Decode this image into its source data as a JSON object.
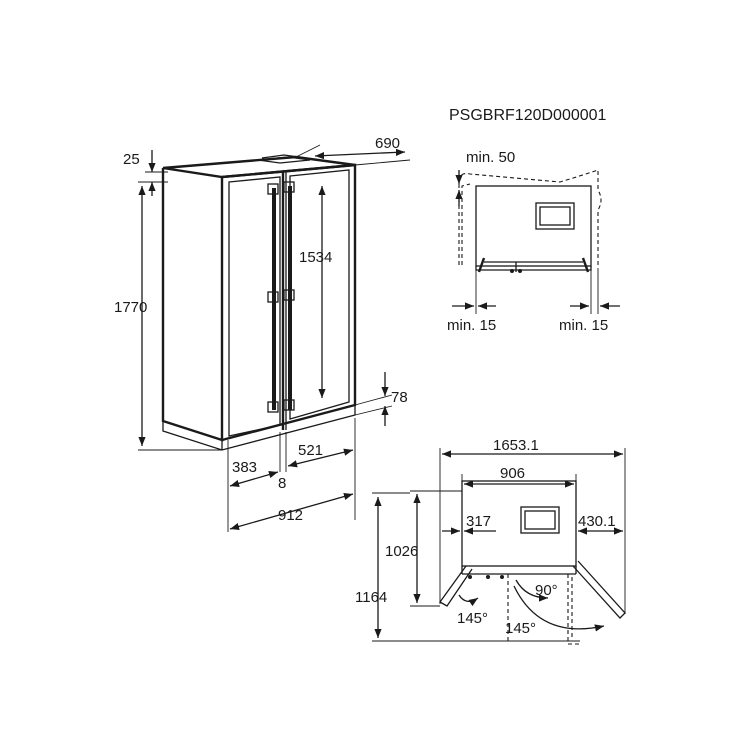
{
  "model_code": "PSGBRF120D000001",
  "front_view": {
    "top_gap": "25",
    "depth": "690",
    "height": "1770",
    "door_height": "1534",
    "bottom_gap": "78",
    "left_door": "383",
    "right_door": "521",
    "door_gap": "8",
    "total_width": "912"
  },
  "clearance_view": {
    "top_min": "min. 50",
    "left_min": "min. 15",
    "right_min": "min. 15"
  },
  "plan_view": {
    "overall_open_width": "1653.1",
    "cabinet_width": "906",
    "left_swing": "317",
    "right_swing": "430.1",
    "depth": "1026",
    "depth_with_doors": "1164",
    "angle_90": "90°",
    "angle_145_left": "145°",
    "angle_145_right": "145°"
  }
}
